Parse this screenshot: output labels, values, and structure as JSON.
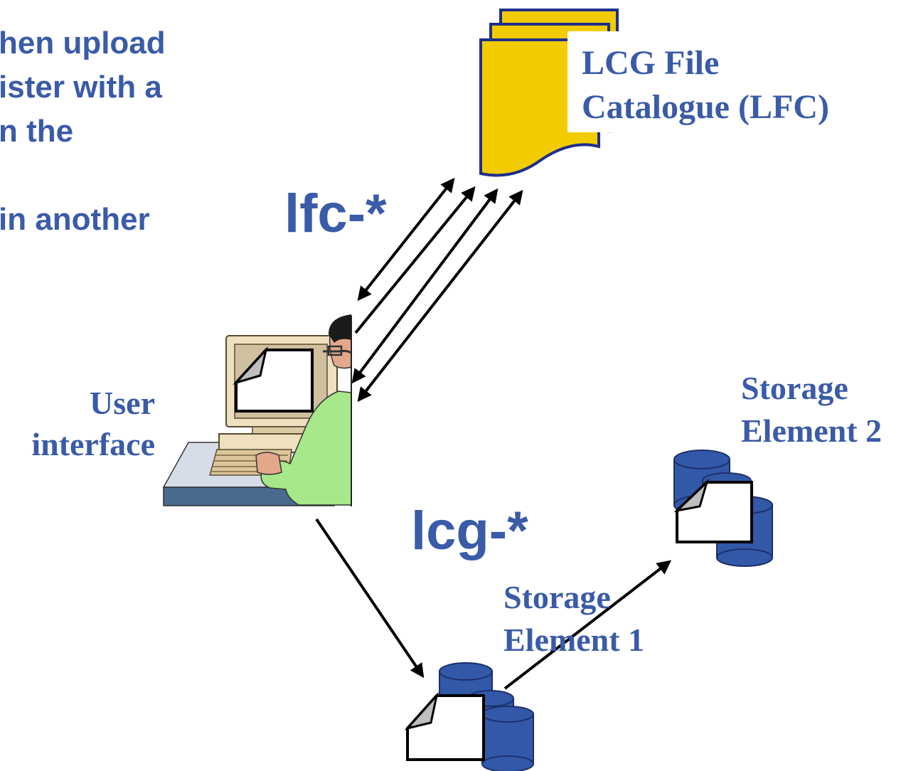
{
  "intro_lines": [
    "hen upload",
    "ister with a",
    "n the",
    "",
    "in another"
  ],
  "commands": {
    "lfc": "lfc-*",
    "lcg": "lcg-*"
  },
  "catalogue": {
    "line1": "LCG File",
    "line2": "Catalogue (LFC)"
  },
  "user_interface": {
    "line1": "User",
    "line2": "interface"
  },
  "storage_element_1": {
    "line1": "Storage",
    "line2": "Element 1"
  },
  "storage_element_2": {
    "line1": "Storage",
    "line2": "Element 2"
  },
  "colors": {
    "text_blue": "#3a5ba8",
    "catalogue_yellow": "#f2cc00",
    "catalogue_border": "#1f2f8a",
    "storage_blue": "#3159a8",
    "shirt_green": "#a7e88a",
    "monitor_beige": "#efe0bf"
  }
}
